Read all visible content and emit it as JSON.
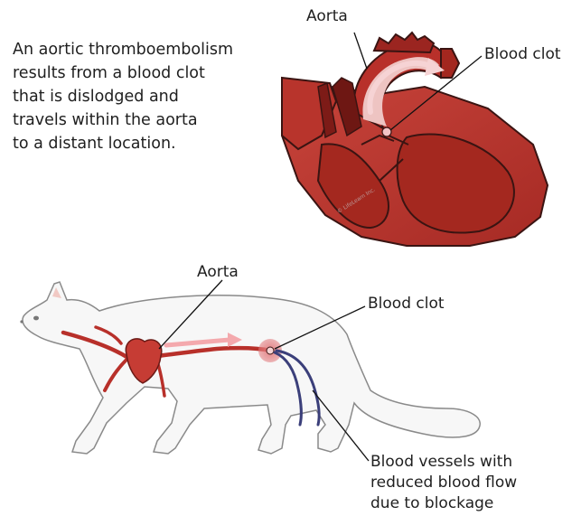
{
  "intro": {
    "lines": [
      "An aortic thromboembolism",
      "results from a blood clot",
      "that is dislodged and",
      "travels within the aorta",
      "to a distant location."
    ]
  },
  "heart": {
    "aorta_label": "Aorta",
    "clot_label": "Blood clot",
    "credit": "© LifeLearn Inc."
  },
  "cat": {
    "aorta_label": "Aorta",
    "clot_label": "Blood clot",
    "vessels_label_lines": [
      "Blood vessels with",
      "reduced blood flow",
      "due to blockage"
    ]
  },
  "colors": {
    "heart_red": "#b8302a",
    "heart_dark": "#8e1d18",
    "arrow_pink": "#f4a9ad",
    "vessel_blue": "#3b3f7a",
    "cat_fill": "#f7f7f7"
  }
}
